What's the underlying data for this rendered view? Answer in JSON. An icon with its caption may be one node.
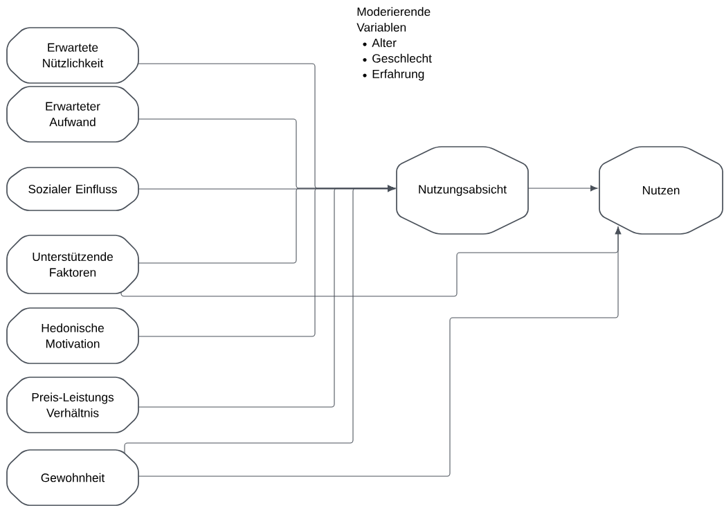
{
  "diagram": {
    "nodes": [
      {
        "text": [
          "Erwartete Nützlichkeit"
        ]
      },
      {
        "text": [
          "Erwarteter Aufwand"
        ]
      },
      {
        "text": [
          "Sozialer Einfluss"
        ]
      },
      {
        "text": [
          "Unterstützende Faktoren"
        ]
      },
      {
        "text": [
          "Hedonische Motivation"
        ]
      },
      {
        "text": [
          "Preis-Leistungs Verhältnis"
        ]
      },
      {
        "text": [
          "Gewohnheit"
        ]
      },
      {
        "text": [
          "Nutzungsabsicht"
        ]
      },
      {
        "text": [
          "Nutzen"
        ]
      }
    ],
    "edges": [
      {
        "from": 0,
        "to": 7,
        "arrow": "to"
      },
      {
        "from": 1,
        "to": 7,
        "arrow": "to"
      },
      {
        "from": 2,
        "to": 7,
        "arrow": "to"
      },
      {
        "from": 3,
        "to": 7,
        "arrow": "to"
      },
      {
        "from": 4,
        "to": 7,
        "arrow": "to"
      },
      {
        "from": 5,
        "to": 7,
        "arrow": "to"
      },
      {
        "from": 6,
        "to": 7,
        "arrow": "to"
      },
      {
        "from": 7,
        "to": 8,
        "arrow": "to"
      },
      {
        "from": 3,
        "to": 8,
        "arrow": "to"
      },
      {
        "from": 6,
        "to": 8,
        "arrow": "to"
      }
    ],
    "labels": [
      "Moderierende Variablen",
      "Alter",
      "Geschlecht",
      "Erfahrung"
    ]
  }
}
